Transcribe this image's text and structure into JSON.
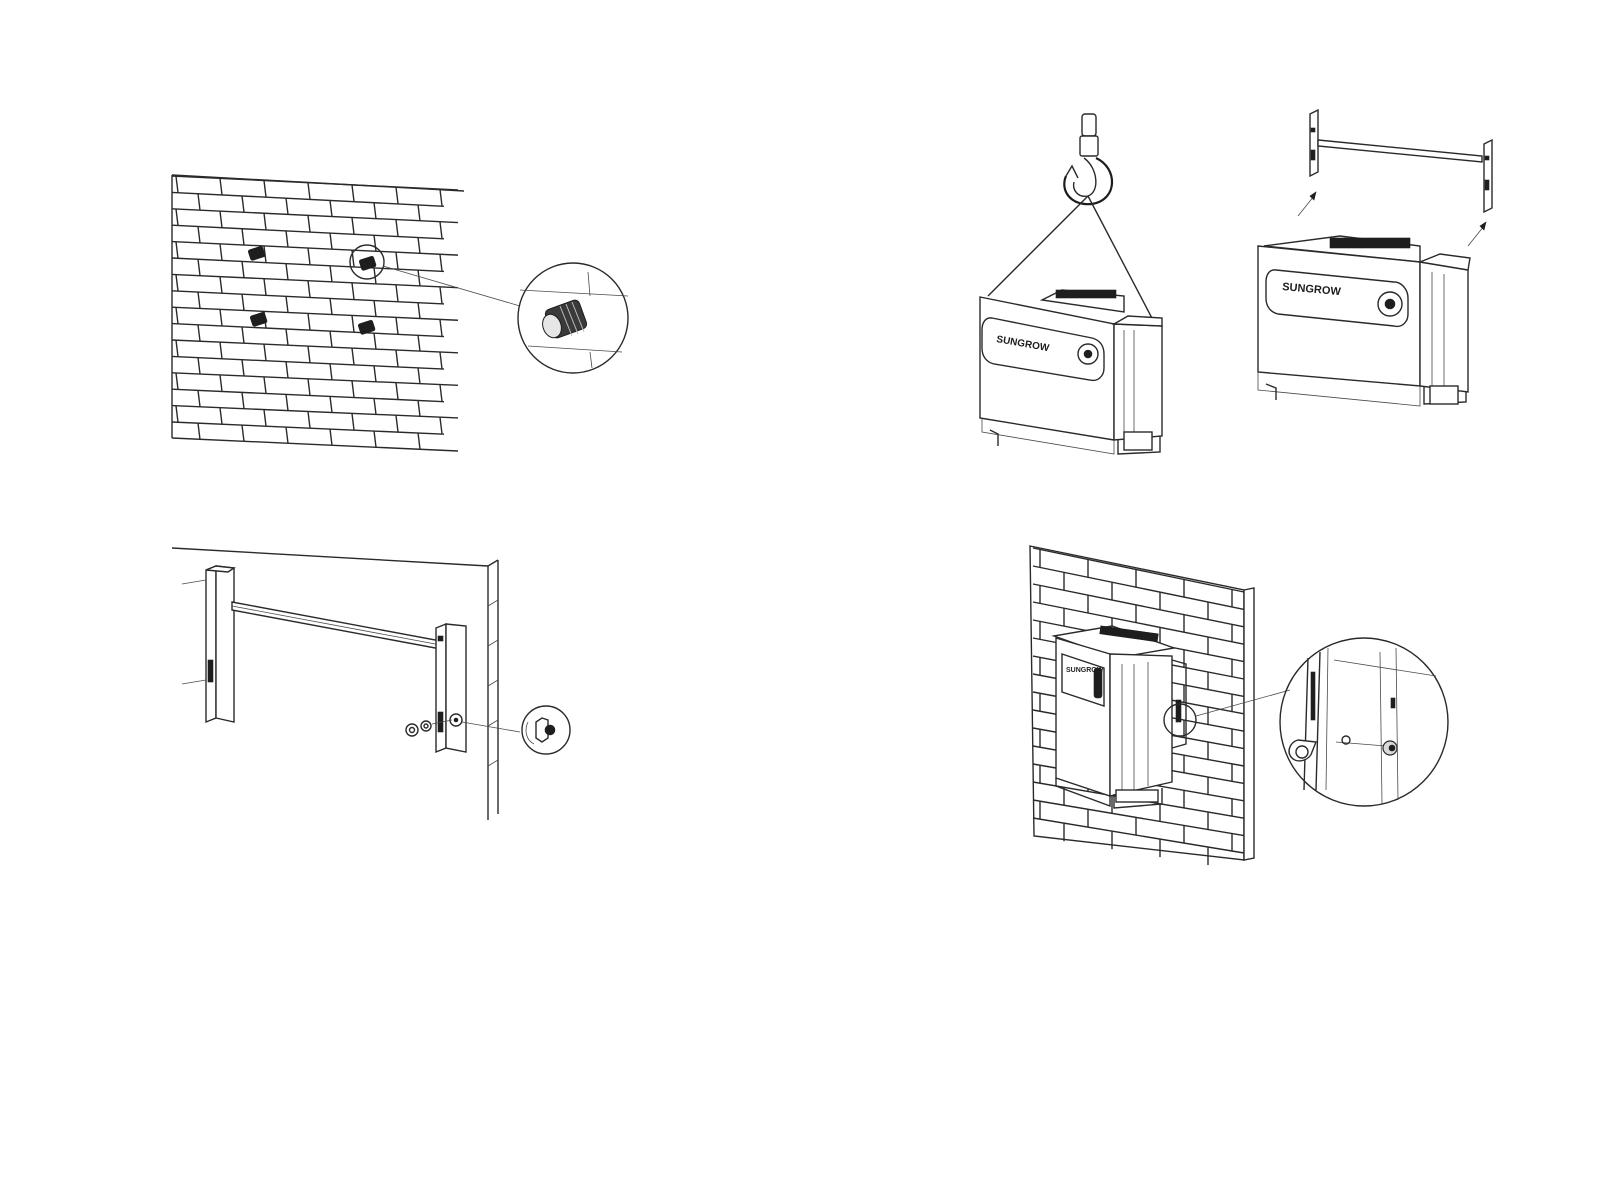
{
  "figure": {
    "steps": [
      {
        "label": "wall-anchors"
      },
      {
        "label": "lifting-inverter"
      },
      {
        "label": "mounting-bracket"
      },
      {
        "label": "inverter-mounted"
      }
    ]
  }
}
